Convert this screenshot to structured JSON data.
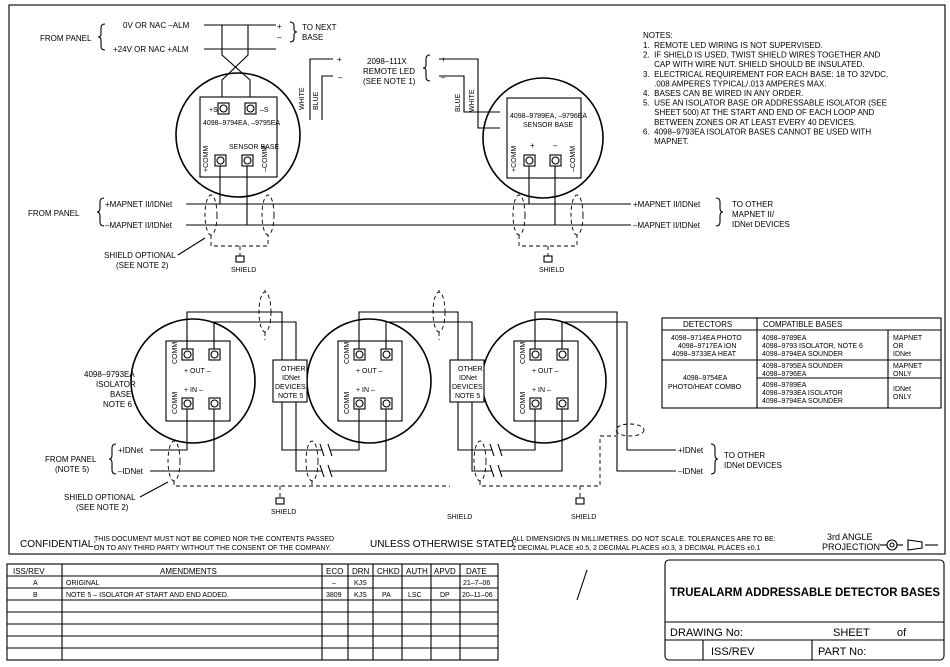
{
  "panel_top": {
    "from_panel": "FROM PANEL",
    "alm_neg": "0V OR NAC –ALM",
    "alm_pos": "+24V OR NAC +ALM",
    "plus": "+",
    "minus": "–",
    "to_next_1": "TO NEXT",
    "to_next_2": "BASE"
  },
  "remote_led": {
    "l1": "2098–111X",
    "l2": "REMOTE LED",
    "l3": "(SEE NOTE 1)",
    "plus": "+",
    "minus": "–",
    "white": "WHITE",
    "blue": "BLUE"
  },
  "base_left": {
    "ps": "+S",
    "ms": "–S",
    "model": "4098–9794EA, –9795EA",
    "title": "SENSOR BASE",
    "pcomm": "+COMM",
    "mcomm": "–COMM",
    "white": "WHITE",
    "blue": "BLUE"
  },
  "base_right": {
    "model": "4098–9789EA, –9796EA",
    "title": "SENSOR BASE",
    "pcomm": "+COMM",
    "mcomm": "–COMM",
    "plus": "+",
    "minus": "–",
    "blue": "BLUE",
    "white": "WHITE"
  },
  "mapnet": {
    "from_panel": "FROM PANEL",
    "pos_l": "+MAPNET II/IDNet",
    "neg_l": "–MAPNET II/IDNet",
    "pos_r": "+MAPNET II/IDNet",
    "neg_r": "–MAPNET II/IDNet",
    "to1": "TO OTHER",
    "to2": "MAPNET II/",
    "to3": "IDNet DEVICES",
    "shield_opt_1": "SHIELD OPTIONAL",
    "shield_opt_2": "(SEE NOTE 2)",
    "shield": "SHIELD"
  },
  "notes": {
    "title": "NOTES:",
    "lines": [
      "1.  REMOTE LED WIRING IS NOT SUPERVISED.",
      "2.  IF SHIELD IS USED, TWIST SHIELD WIRES TOGETHER AND",
      "     CAP WITH WIRE NUT. SHIELD SHOULD BE INSULATED.",
      "3.  ELECTRICAL REQUIREMENT FOR EACH BASE: 18 TO 32VDC,",
      "     .008 AMPERES TYPICAL/.013 AMPERES MAX.",
      "4.  BASES CAN BE WIRED IN ANY ORDER.",
      "5.  USE AN ISOLATOR BASE OR ADDRESSABLE ISOLATOR (SEE",
      "     SHEET 500) AT THE START AND END OF EACH LOOP AND",
      "     BETWEEN ZONES OR AT LEAST EVERY 40 DEVICES.",
      "6.  4098–9793EA ISOLATOR BASES CANNOT BE USED WITH",
      "     MAPNET."
    ]
  },
  "isolator": {
    "l1": "4098–9793EA",
    "l2": "ISOLATOR",
    "l3": "BASE.",
    "l4": "NOTE 6",
    "comm": "COMM",
    "out": "+ OUT –",
    "in": "+ IN –",
    "other_1": "OTHER",
    "other_2": "IDNet",
    "other_3": "DEVICES.",
    "other_4": "NOTE 5"
  },
  "idnet": {
    "from_panel_1": "FROM PANEL",
    "from_panel_2": "(NOTE 5)",
    "pos_l": "+IDNet",
    "neg_l": "–IDNet",
    "pos_r": "+IDNet",
    "neg_r": "–IDNet",
    "to1": "TO OTHER",
    "to2": "IDNet DEVICES",
    "shield_opt_1": "SHIELD OPTIONAL",
    "shield_opt_2": "(SEE NOTE 2)",
    "shield": "SHIELD"
  },
  "compat_table": {
    "headers": [
      "DETECTORS",
      "COMPATIBLE BASES"
    ],
    "rows": [
      {
        "detectors": [
          "4098–9714EA PHOTO",
          "4098–9717EA ION",
          "4098–9733EA HEAT"
        ],
        "bases": [
          "4098–9789EA",
          "4098–9793 ISOLATOR, NOTE 6",
          "4098–9794EA SOUNDER"
        ],
        "net": [
          "MAPNET",
          "OR",
          "IDNet"
        ]
      },
      {
        "detectors": [
          "4098–9754EA",
          "PHOTO/HEAT COMBO"
        ],
        "bases": [
          "4098–9795EA SOUNDER",
          "4098–9796EA"
        ],
        "net": [
          "MAPNET",
          "ONLY"
        ]
      },
      {
        "detectors": [],
        "bases": [
          "4098–9789EA",
          "4098–9793EA ISOLATOR",
          "4098–9794EA SOUNDER"
        ],
        "net": [
          "IDNet",
          "ONLY"
        ]
      }
    ]
  },
  "footer": {
    "confidential_label": "CONFIDENTIAL:",
    "confidential_1": "THIS DOCUMENT MUST NOT BE COPIED NOR THE CONTENTS PASSED",
    "confidential_2": "ON TO ANY THIRD PARTY WITHOUT THE CONSENT OF THE COMPANY.",
    "unless": "UNLESS OTHERWISE STATED:",
    "dims_1": "ALL DIMENSIONS IN MILLIMETRES. DO NOT SCALE. TOLERANCES ARE TO BE:",
    "dims_2": "1 DECIMAL PLACE ±0.5, 2 DECIMAL PLACES ±0.3, 3 DECIMAL PLACES ±0.1",
    "projection_1": "3rd ANGLE",
    "projection_2": "PROJECTION"
  },
  "amendments": {
    "headers": [
      "ISS/REV",
      "AMENDMENTS",
      "ECO",
      "DRN",
      "CHKD",
      "AUTH",
      "APVD",
      "DATE"
    ],
    "rows": [
      [
        "A",
        "ORIGINAL",
        "–",
        "KJS",
        "",
        "",
        "",
        "21–7–06"
      ],
      [
        "B",
        "NOTE 5 – ISOLATOR AT START AND END ADDED.",
        "3809",
        "KJS",
        "PA",
        "LSC",
        "DP",
        "20–11–06"
      ]
    ]
  },
  "title_block": {
    "title": "TRUEALARM ADDRESSABLE DETECTOR BASES",
    "drawing_no": "DRAWING No:",
    "sheet": "SHEET",
    "of": "of",
    "iss_rev": "ISS/REV",
    "part_no": "PART No:"
  }
}
